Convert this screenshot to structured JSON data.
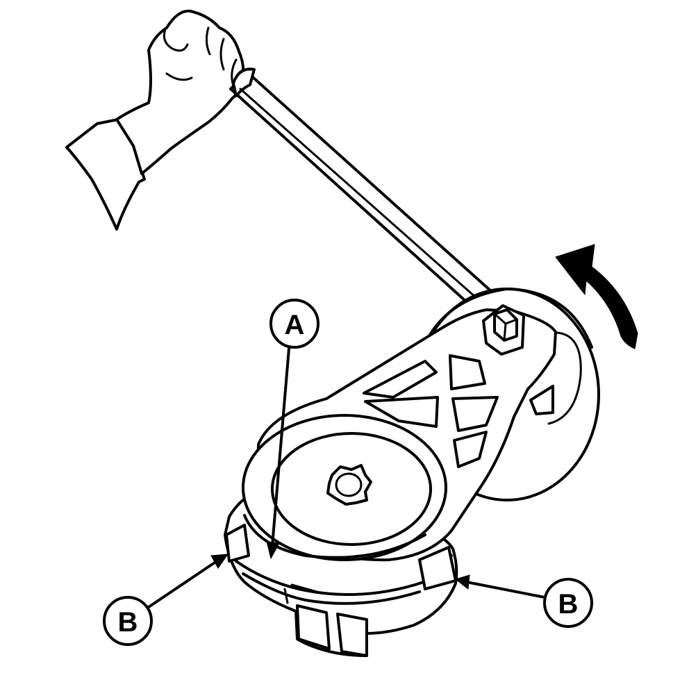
{
  "callouts": {
    "a": "A",
    "b_left": "B",
    "b_right": "B"
  },
  "colors": {
    "ink": "#000000",
    "paper": "#ffffff"
  }
}
